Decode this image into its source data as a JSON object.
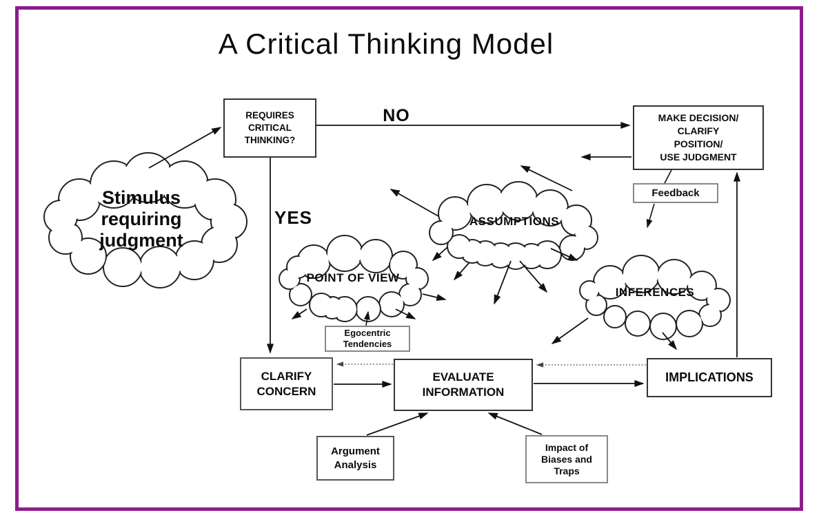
{
  "title": "A Critical Thinking Model",
  "decision_labels": {
    "no": "NO",
    "yes": "YES"
  },
  "clouds": {
    "stimulus": "Stimulus\nrequiring\njudgment",
    "assumptions": "ASSUMPTIONS",
    "point_of_view": "POINT OF VIEW",
    "inferences": "INFERENCES"
  },
  "boxes": {
    "requires_critical_thinking": "REQUIRES\nCRITICAL\nTHINKING?",
    "make_decision": "MAKE DECISION/\nCLARIFY\nPOSITION/\nUSE JUDGMENT",
    "feedback": "Feedback",
    "egocentric_tendencies": "Egocentric\nTendencies",
    "clarify_concern": "CLARIFY\nCONCERN",
    "evaluate_information": "EVALUATE\nINFORMATION",
    "implications": "IMPLICATIONS",
    "argument_analysis": "Argument\nAnalysis",
    "impact_of_biases": "Impact of\nBiases and\nTraps"
  },
  "colors": {
    "frame": "#8d1d8d",
    "line": "#111111",
    "text": "#0b0b0b"
  }
}
